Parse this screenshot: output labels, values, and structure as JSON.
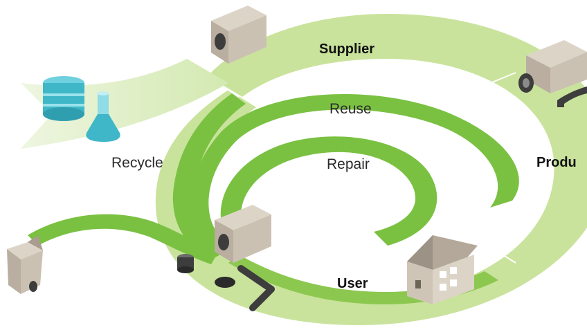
{
  "diagram": {
    "stage_labels": {
      "supplier": "Supplier",
      "producer": "Produ",
      "user": "User"
    },
    "loop_labels": {
      "reuse": "Reuse",
      "repair": "Repair",
      "recycle": "Recycle"
    },
    "icons": [
      "box-icon",
      "camera-icon",
      "house-icon",
      "waste-bin-icon",
      "barrel-icon",
      "flask-icon",
      "cable-icon"
    ]
  },
  "colors": {
    "ring_light": "#cfe6a6",
    "ring_mid": "#b7dc80",
    "loop_green": "#7ac142",
    "loop_green_dark": "#5ea82d",
    "icon_grey": "#c9bfb2",
    "icon_dark": "#3d3d3d",
    "water_blue": "#3fb7c8"
  }
}
